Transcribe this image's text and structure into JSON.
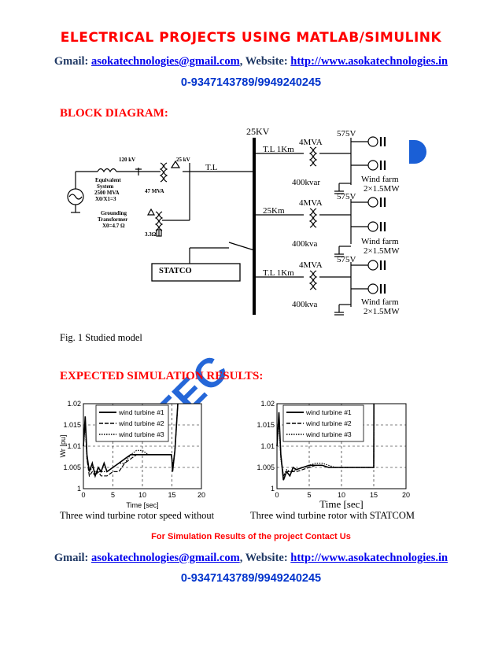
{
  "header": {
    "title": "ELECTRICAL PROJECTS USING MATLAB/SIMULINK",
    "gmail_label": "Gmail: ",
    "email": "asokatechnologies@gmail.com",
    "website_label": ", Website: ",
    "website": "http://www.asokatechnologies.in",
    "phone": "0-9347143789/9949240245"
  },
  "block_diagram": {
    "heading": "BLOCK DIAGRAM:",
    "caption": "Fig. 1 Studied model",
    "labels": {
      "kv25": "25KV",
      "kv575_1": "575V",
      "kv575_2": "575V",
      "kv575_3": "575V",
      "mva4_1": "4MVA",
      "mva4_2": "4MVA",
      "mva4_3": "4MVA",
      "tl1km_1": "T.L 1Km",
      "km25": "25Km",
      "tl1km_2": "T.L 1Km",
      "kvar400": "400kvar",
      "kva400_1": "400kva",
      "kva400_2": "400kva",
      "wf_1": "Wind farm",
      "wf_1b": "2×1.5MW",
      "wf_2": "Wind farm",
      "wf_2b": "2×1.5MW",
      "wf_3": "Wind farm",
      "wf_3b": "2×1.5MW",
      "kv120": "120 kV",
      "kv25b": "25 kV",
      "tl": "T.L",
      "eq1": "Equivalent",
      "eq2": "System",
      "eq3": "2500 MVA",
      "eq4": "X0/X1=3",
      "mva47": "47 MVA",
      "gt1": "Grounding",
      "gt2": "Transformer",
      "gt3": "X0=4.7 Ω",
      "ohm": "3.3Ω",
      "statcom": "STATCO"
    }
  },
  "watermark": "ATEC",
  "results": {
    "heading": "EXPECTED SIMULATION RESULTS:",
    "caption_left": "Three wind turbine rotor speed without",
    "caption_right": "Three wind turbine rotor with STATCOM",
    "note": "For Simulation Results of the project Contact Us"
  },
  "chart_data": [
    {
      "type": "line",
      "xlabel": "Time [sec]",
      "ylabel": "Wr [pu]",
      "xlim": [
        0,
        20
      ],
      "ylim": [
        1,
        1.02
      ],
      "xticks": [
        "0",
        "5",
        "10",
        "15",
        "20"
      ],
      "yticks": [
        "1",
        "1.005",
        "1.01",
        "1.015",
        "1.02"
      ],
      "grid": true,
      "legend": "top-center",
      "series": [
        {
          "name": "wind turbine #1",
          "dash": "",
          "x": [
            0,
            0.3,
            0.6,
            1,
            1.5,
            2,
            2.5,
            3,
            3.5,
            4,
            5,
            6,
            7,
            8,
            9,
            10,
            11,
            12,
            13,
            14,
            14.9,
            15,
            15.1,
            15.5,
            16
          ],
          "y": [
            1.01,
            1.017,
            1.008,
            1.004,
            1.006,
            1.003,
            1.005,
            1.004,
            1.006,
            1.004,
            1.005,
            1.006,
            1.007,
            1.008,
            1.008,
            1.008,
            1.008,
            1.008,
            1.008,
            1.008,
            1.008,
            1.007,
            1.004,
            1.009,
            1.02
          ]
        },
        {
          "name": "wind turbine #2",
          "dash": "5,2",
          "x": [
            0,
            0.3,
            0.6,
            1,
            1.5,
            2,
            2.5,
            3,
            4,
            5,
            6,
            7,
            8,
            9,
            10,
            11,
            12,
            13,
            14,
            14.9,
            15,
            15.1,
            15.5,
            16
          ],
          "y": [
            1.01,
            1.016,
            1.007,
            1.003,
            1.004,
            1.003,
            1.004,
            1.003,
            1.003,
            1.004,
            1.004,
            1.006,
            1.007,
            1.008,
            1.008,
            1.008,
            1.008,
            1.008,
            1.008,
            1.008,
            1.007,
            1.004,
            1.009,
            1.02
          ]
        },
        {
          "name": "wind turbine #3",
          "dash": "1.5,1.5",
          "x": [
            0,
            0.3,
            0.6,
            1,
            1.5,
            2,
            3,
            4,
            5,
            6,
            7,
            8,
            9,
            10,
            11,
            12,
            13,
            14,
            14.9,
            15,
            15.1,
            15.5,
            16
          ],
          "y": [
            1.01,
            1.015,
            1.007,
            1.004,
            1.005,
            1.004,
            1.004,
            1.004,
            1.005,
            1.006,
            1.006,
            1.008,
            1.009,
            1.009,
            1.008,
            1.008,
            1.008,
            1.008,
            1.008,
            1.007,
            1.005,
            1.009,
            1.02
          ]
        }
      ]
    },
    {
      "type": "line",
      "xlabel": "Time [sec]",
      "ylabel": "",
      "xlim": [
        0,
        20
      ],
      "ylim": [
        1,
        1.02
      ],
      "xticks": [
        "0",
        "5",
        "10",
        "15",
        "20"
      ],
      "yticks": [
        "1",
        "1.005",
        "1.01",
        "1.015",
        "1.02"
      ],
      "grid": true,
      "legend": "top-center",
      "series": [
        {
          "name": "wind turbine #1",
          "dash": "",
          "x": [
            0,
            0.3,
            0.6,
            1,
            1.5,
            2,
            2.5,
            3,
            4,
            5,
            6,
            7,
            8,
            9,
            10,
            11,
            12,
            13,
            14,
            14.9,
            15,
            15.02
          ],
          "y": [
            1.01,
            1.018,
            1.008,
            1.002,
            1.004,
            1.003,
            1.005,
            1.0045,
            1.005,
            1.0055,
            1.0055,
            1.0055,
            1.005,
            1.005,
            1.005,
            1.005,
            1.005,
            1.005,
            1.005,
            1.005,
            1.005,
            1.02
          ]
        },
        {
          "name": "wind turbine #2",
          "dash": "5,2",
          "x": [
            0,
            0.3,
            0.6,
            1,
            1.5,
            2,
            2.5,
            3,
            4,
            5,
            6,
            7,
            8,
            9,
            10,
            11,
            12,
            13,
            14,
            14.9,
            15,
            15.02
          ],
          "y": [
            1.01,
            1.017,
            1.008,
            1.003,
            1.004,
            1.004,
            1.004,
            1.004,
            1.0045,
            1.005,
            1.0055,
            1.0055,
            1.005,
            1.005,
            1.005,
            1.005,
            1.005,
            1.005,
            1.005,
            1.005,
            1.005,
            1.02
          ]
        },
        {
          "name": "wind turbine #3",
          "dash": "1.5,1.5",
          "x": [
            0,
            0.3,
            0.6,
            1,
            1.5,
            2,
            3,
            4,
            5,
            6,
            7,
            8,
            9,
            10,
            11,
            12,
            13,
            14,
            14.9,
            15,
            15.02
          ],
          "y": [
            1.01,
            1.016,
            1.007,
            1.003,
            1.0045,
            1.004,
            1.0045,
            1.005,
            1.0055,
            1.006,
            1.006,
            1.0055,
            1.005,
            1.005,
            1.005,
            1.005,
            1.005,
            1.005,
            1.005,
            1.005,
            1.02
          ]
        }
      ]
    }
  ],
  "footer": {
    "gmail_label": "Gmail: ",
    "email": "asokatechnologies@gmail.com",
    "website_label": ", Website: ",
    "website": "http://www.asokatechnologies.in",
    "phone": "0-9347143789/9949240245"
  }
}
